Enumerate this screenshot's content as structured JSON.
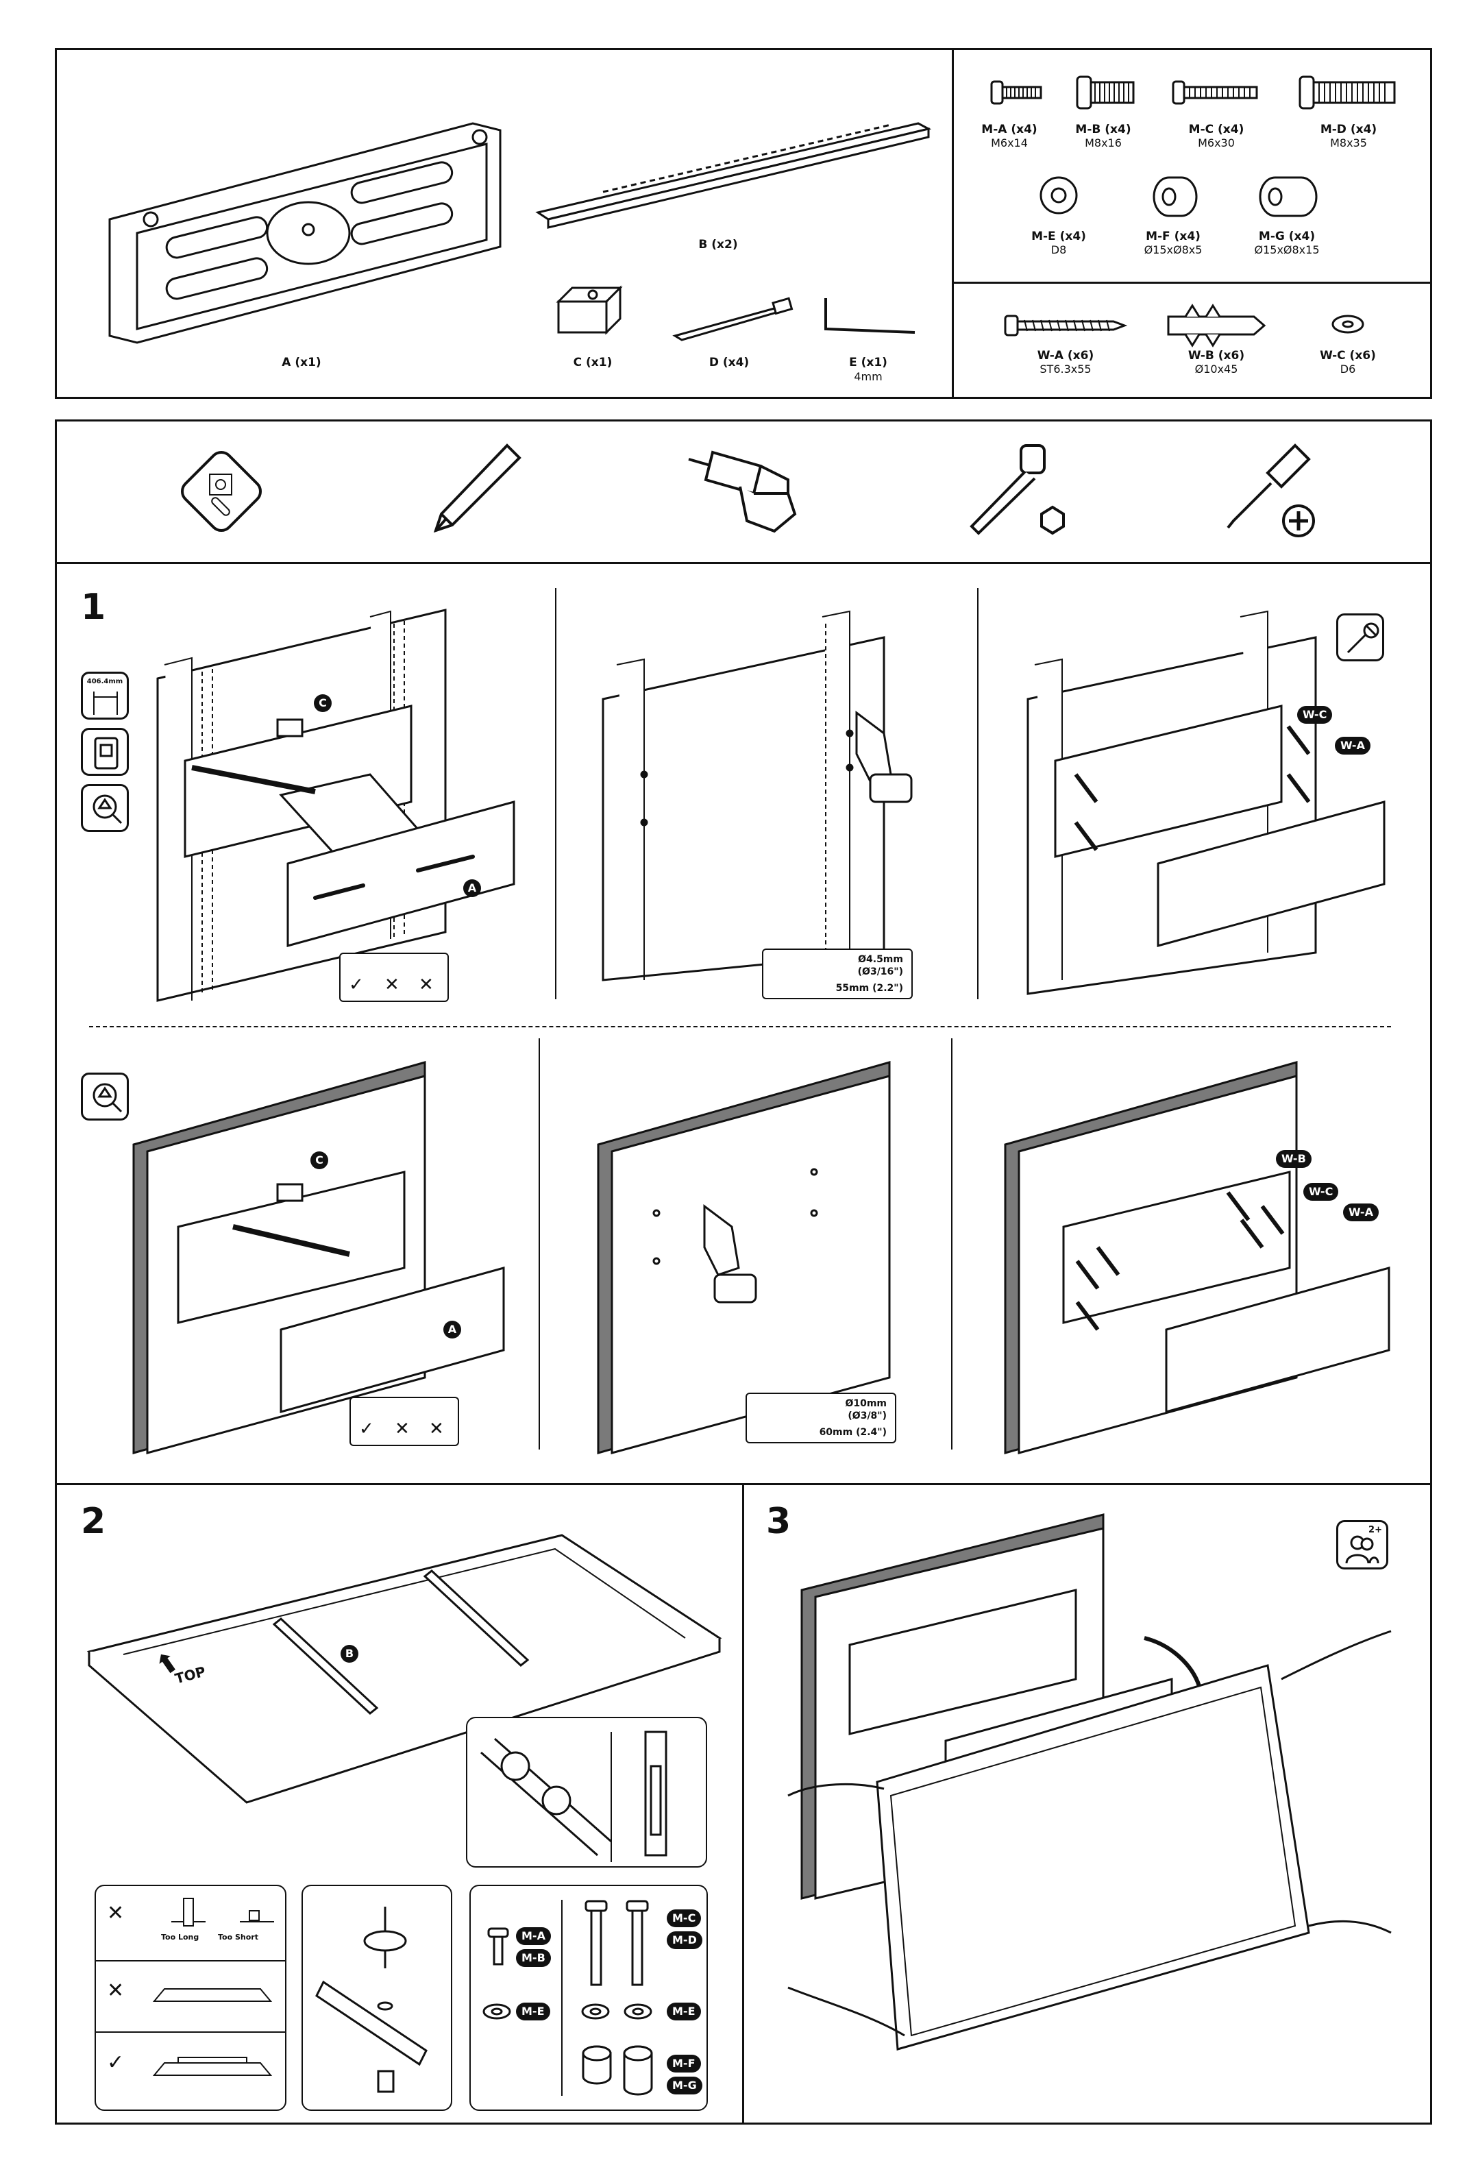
{
  "parts_brackets": [
    {
      "label": "A (x1)"
    },
    {
      "label": "B (x2)"
    },
    {
      "label": "C (x1)"
    },
    {
      "label": "D (x4)"
    },
    {
      "label": "E (x1)",
      "sub": "4mm"
    }
  ],
  "parts_screws": [
    {
      "label": "M-A (x4)",
      "sub": "M6x14"
    },
    {
      "label": "M-B (x4)",
      "sub": "M8x16"
    },
    {
      "label": "M-C (x4)",
      "sub": "M6x30"
    },
    {
      "label": "M-D (x4)",
      "sub": "M8x35"
    },
    {
      "label": "M-E (x4)",
      "sub": "D8"
    },
    {
      "label": "M-F (x4)",
      "sub": "Ø15xØ8x5"
    },
    {
      "label": "M-G (x4)",
      "sub": "Ø15xØ8x15"
    }
  ],
  "parts_wall": [
    {
      "label": "W-A (x6)",
      "sub": "ST6.3x55"
    },
    {
      "label": "W-B (x6)",
      "sub": "Ø10x45"
    },
    {
      "label": "W-C (x6)",
      "sub": "D6"
    }
  ],
  "tools": [
    {
      "icon": "stud-finder-icon"
    },
    {
      "icon": "pencil-icon"
    },
    {
      "icon": "drill-icon"
    },
    {
      "icon": "socket-wrench-icon"
    },
    {
      "icon": "phillips-screwdriver-icon"
    }
  ],
  "steps": {
    "step1": "1",
    "step2": "2",
    "step3": "3"
  },
  "step1": {
    "stud_spacing": "406.4mm",
    "wood_drill": {
      "diameter": "Ø4.5mm",
      "diameter_in": "(Ø3/16\")",
      "depth": "55mm (2.2\")"
    },
    "concrete_drill": {
      "diameter": "Ø10mm",
      "diameter_in": "(Ø3/8\")",
      "depth": "60mm (2.4\")"
    },
    "badges": {
      "a": "A",
      "c": "C",
      "wa": "W-A",
      "wb": "W-B",
      "wc": "W-C"
    },
    "level_marks": [
      "✓",
      "✕",
      "✕"
    ]
  },
  "step2": {
    "top_label": "TOP",
    "badge_b": "B",
    "too_long": "Too Long",
    "too_short": "Too Short",
    "cross": "✕",
    "check": "✓",
    "screw_badges": {
      "ma": "M-A",
      "mb": "M-B",
      "mc": "M-C",
      "md": "M-D",
      "me1": "M-E",
      "me2": "M-E",
      "mf": "M-F",
      "mg": "M-G"
    }
  },
  "step3": {
    "people_badge": "2+"
  }
}
